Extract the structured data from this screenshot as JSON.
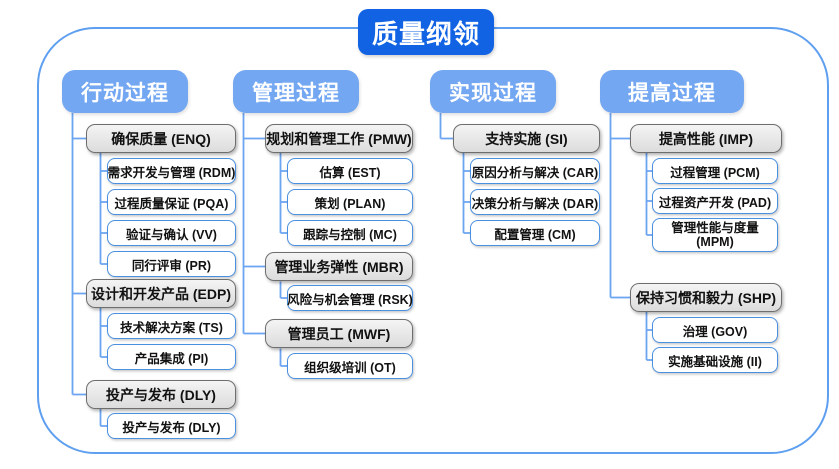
{
  "title": "质量纲领",
  "colors": {
    "title_bg": "#1163E4",
    "header_bg": "#74A7F2",
    "panel_border": "#5E9FF0",
    "connector_line": "#6BA4F1",
    "white_box_border": "#4A90E2",
    "gray_box_border": "#6e6e6e"
  },
  "columns": [
    {
      "header": "行动过程",
      "groups": [
        {
          "label": "确保质量 (ENQ)",
          "children": [
            "需求开发与管理 (RDM)",
            "过程质量保证 (PQA)",
            "验证与确认 (VV)",
            "同行评审 (PR)"
          ]
        },
        {
          "label": "设计和开发产品 (EDP)",
          "children": [
            "技术解决方案 (TS)",
            "产品集成 (PI)"
          ]
        },
        {
          "label": "投产与发布 (DLY)",
          "children": [
            "投产与发布 (DLY)"
          ]
        }
      ]
    },
    {
      "header": "管理过程",
      "groups": [
        {
          "label": "规划和管理工作 (PMW)",
          "children": [
            "估算 (EST)",
            "策划 (PLAN)",
            "跟踪与控制 (MC)"
          ]
        },
        {
          "label": "管理业务弹性 (MBR)",
          "children": [
            "风险与机会管理 (RSK)"
          ]
        },
        {
          "label": "管理员工 (MWF)",
          "children": [
            "组织级培训 (OT)"
          ]
        }
      ]
    },
    {
      "header": "实现过程",
      "groups": [
        {
          "label": "支持实施 (SI)",
          "children": [
            "原因分析与解决 (CAR)",
            "决策分析与解决 (DAR)",
            "配置管理 (CM)"
          ]
        }
      ]
    },
    {
      "header": "提高过程",
      "groups": [
        {
          "label": "提高性能 (IMP)",
          "children": [
            "过程管理 (PCM)",
            "过程资产开发 (PAD)",
            "管理性能与度量 (MPM)"
          ]
        },
        {
          "label": "保持习惯和毅力 (SHP)",
          "children": [
            "治理 (GOV)",
            "实施基础设施 (II)"
          ]
        }
      ]
    }
  ]
}
